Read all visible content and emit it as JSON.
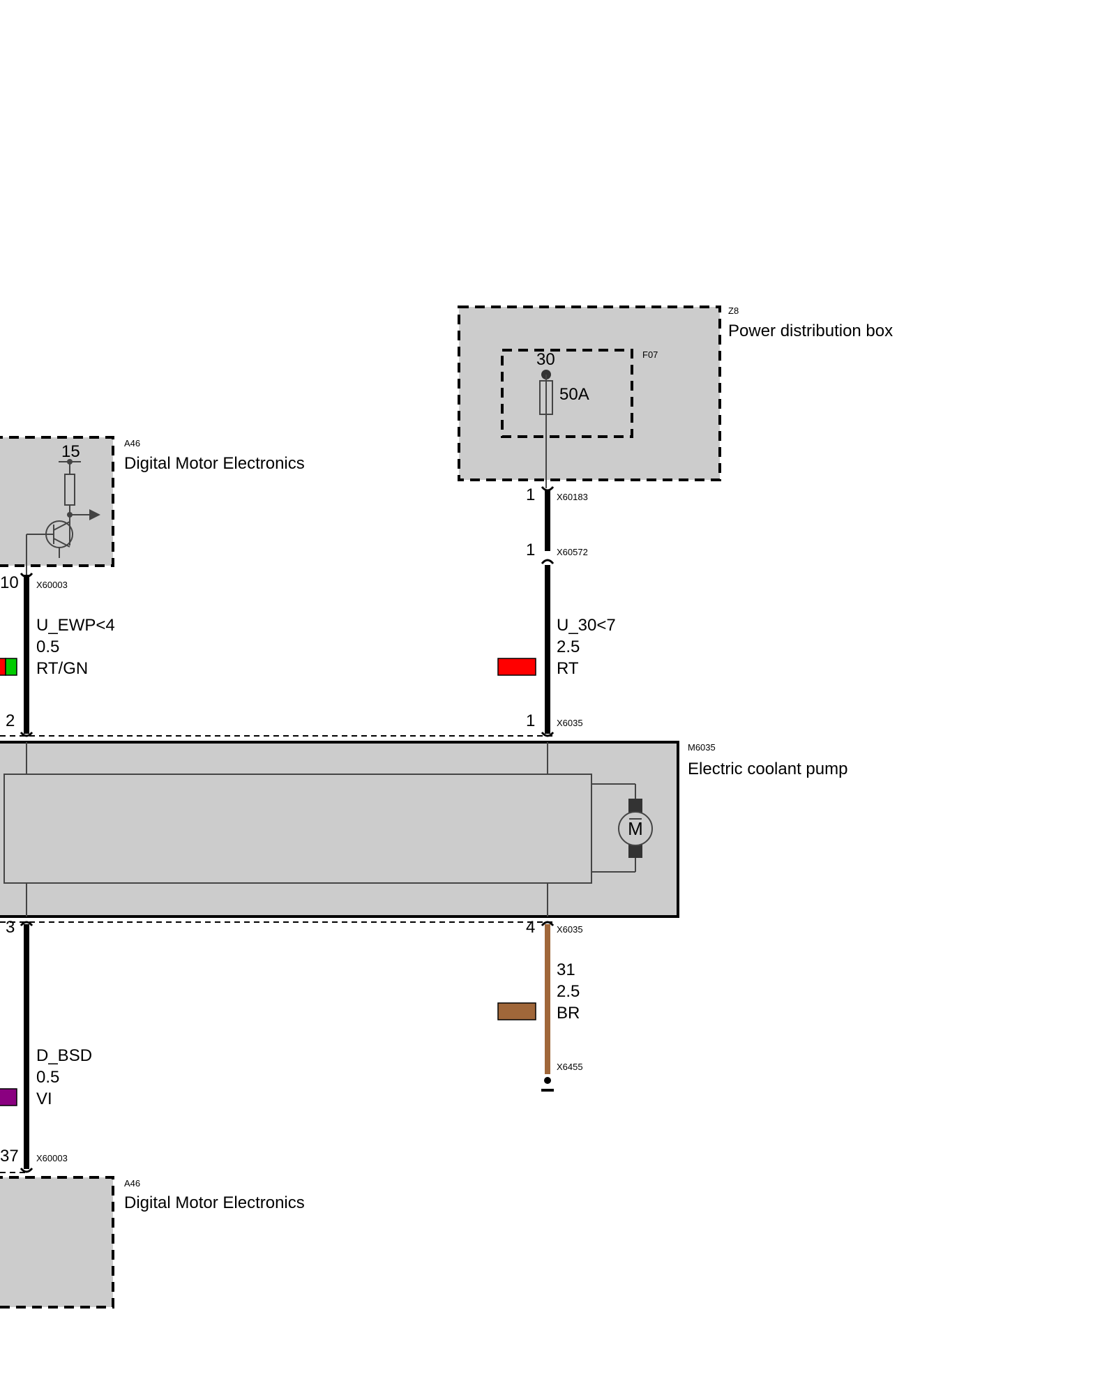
{
  "components": {
    "dme_top": {
      "code": "A46",
      "name": "Digital Motor Electronics",
      "terminal": "15"
    },
    "dme_bottom": {
      "code": "A46",
      "name": "Digital Motor Electronics"
    },
    "power_box": {
      "code": "Z8",
      "name": "Power distribution box",
      "fuse_code": "F07",
      "fuse_terminal": "30",
      "fuse_rating": "50A"
    },
    "pump": {
      "code": "M6035",
      "name": "Electric coolant pump",
      "motor_symbol": "M"
    }
  },
  "connectors": {
    "x60003_top": {
      "id": "X60003",
      "pin": "10"
    },
    "x60183": {
      "id": "X60183",
      "pin": "1"
    },
    "x60572": {
      "id": "X60572",
      "pin": "1"
    },
    "x6035_pin2": {
      "pin": "2"
    },
    "x6035_pin1": {
      "id": "X6035",
      "pin": "1"
    },
    "x6035_pin3": {
      "pin": "3"
    },
    "x6035_pin4": {
      "id": "X6035",
      "pin": "4"
    },
    "x6455": {
      "id": "X6455"
    },
    "x60003_bottom": {
      "id": "X60003",
      "pin": "37"
    }
  },
  "wires": {
    "ewp": {
      "signal": "U_EWP<4",
      "gauge": "0.5",
      "color_code": "RT/GN",
      "colors": [
        "#ff0000",
        "#00cc00"
      ]
    },
    "u30": {
      "signal": "U_30<7",
      "gauge": "2.5",
      "color_code": "RT",
      "colors": [
        "#ff0000"
      ]
    },
    "gnd": {
      "signal": "31",
      "gauge": "2.5",
      "color_code": "BR",
      "colors": [
        "#a0673a"
      ]
    },
    "bsd": {
      "signal": "D_BSD",
      "gauge": "0.5",
      "color_code": "VI",
      "colors": [
        "#8a0080"
      ]
    }
  }
}
